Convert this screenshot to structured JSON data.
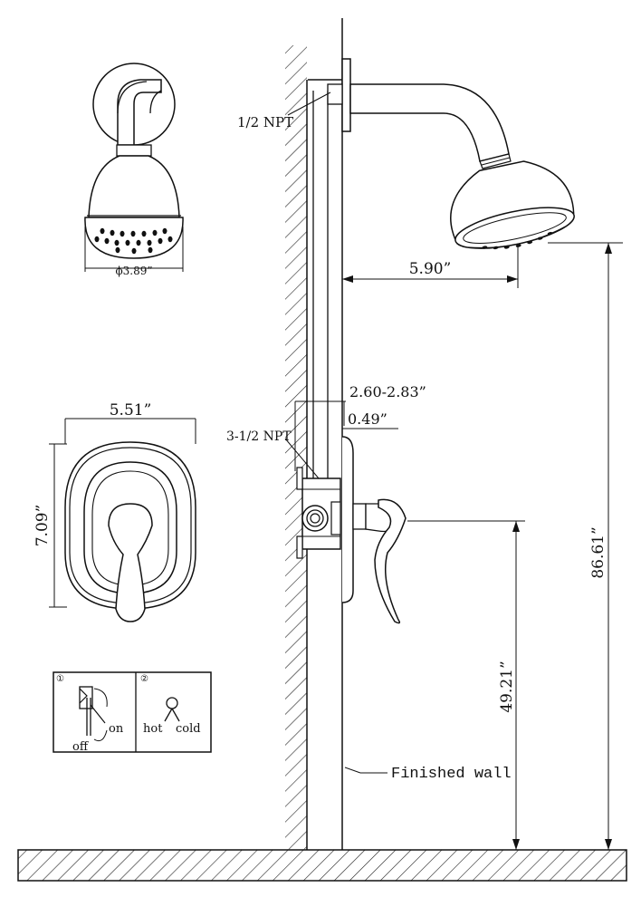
{
  "labels": {
    "npt_top": "1/2 NPT",
    "npt_valve": "3-1/2 NPT",
    "head_diameter": "ϕ3.89”",
    "arm_reach": "5.90”",
    "valve_depth": "2.60-2.83”",
    "plate_thickness": "0.49”",
    "plate_width": "5.51”",
    "plate_height": "7.09”",
    "valve_height": "49.21”",
    "total_height": "86.61”",
    "finished_wall": "Finished wall"
  },
  "instructions": {
    "step1_marker": "①",
    "step2_marker": "②",
    "on": "on",
    "off": "off",
    "hot": "hot",
    "cold": "cold"
  }
}
